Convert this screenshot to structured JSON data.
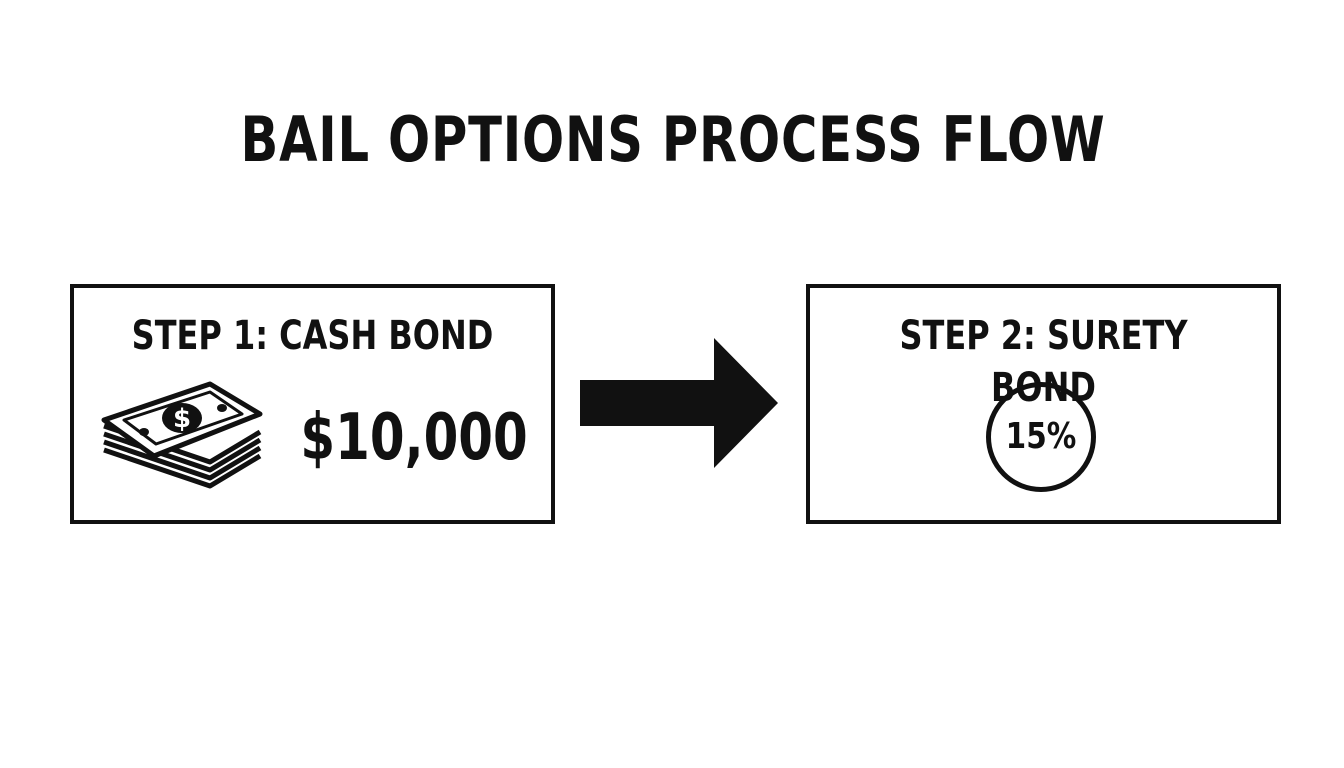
{
  "title": "BAIL OPTIONS PROCESS FLOW",
  "steps": [
    {
      "label": "STEP 1: CASH BOND",
      "value": "$10,000",
      "icon": "cash-stack-icon"
    },
    {
      "label": "STEP 2: SURETY BOND",
      "value": "15%",
      "icon": "percent-circle-icon"
    }
  ],
  "connector": {
    "icon": "arrow-right-icon"
  },
  "colors": {
    "background": "#ffffff",
    "ink": "#111111"
  }
}
